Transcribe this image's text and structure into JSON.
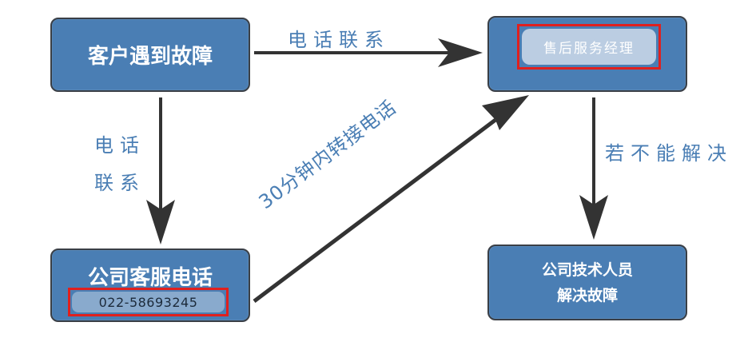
{
  "nodes": {
    "customer_fault": "客户遇到故障",
    "service_hotline": "公司客服电话",
    "hotline_number": "022-58693245",
    "after_sales_manager": "售后服务经理",
    "tech_staff_line1": "公司技术人员",
    "tech_staff_line2": "解决故障"
  },
  "edges": {
    "phone_contact_top": "电话联系",
    "phone_contact_left_line1": "电话",
    "phone_contact_left_line2": "联系",
    "transfer_30min": "30分钟内转接电话",
    "if_unresolved": "若不能解决"
  },
  "colors": {
    "box_fill": "#4a7eb4",
    "box_border": "#3a3f46",
    "label_text": "#4a7eb4",
    "arrow": "#333333",
    "highlight": "#e0201e"
  }
}
